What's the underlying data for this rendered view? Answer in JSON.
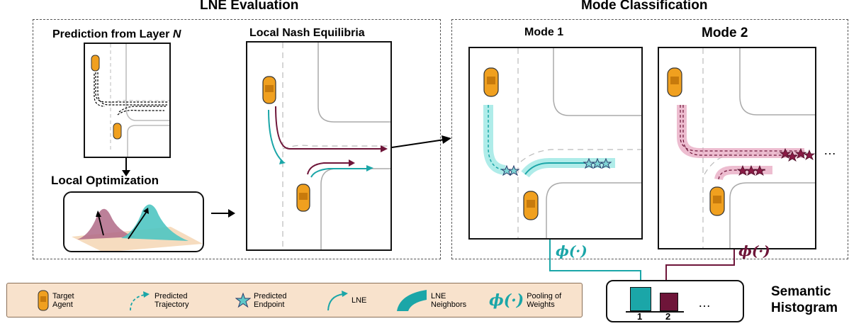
{
  "colors": {
    "teal": "#1ba6a8",
    "maroon": "#6e1539",
    "car": "#f0a01f",
    "legend_bg": "#f8e2cc"
  },
  "sections": {
    "lne_evaluation": "LNE Evaluation",
    "mode_classification": "Mode Classification"
  },
  "panels": {
    "prediction": {
      "label_prefix": "Prediction from Layer",
      "label_var": "N"
    },
    "local_optimization": "Local Optimization",
    "local_nash": "Local Nash Equilibria",
    "mode1": "Mode 1",
    "mode2": "Mode 2"
  },
  "ellipsis": "…",
  "pooling": {
    "phi1": "ϕ(·)",
    "phi2": "ϕ(·)"
  },
  "histogram": {
    "title_line1": "Semantic",
    "title_line2": "Histogram",
    "bins": [
      {
        "label": "1",
        "color": "#1ba6a8"
      },
      {
        "label": "2",
        "color": "#6e1539"
      }
    ],
    "ellipsis": "…"
  },
  "legend": [
    {
      "icon": "car-icon",
      "text": "Target\nAgent"
    },
    {
      "icon": "predicted-trajectory-icon",
      "text": "Predicted\nTrajectory"
    },
    {
      "icon": "star-icon",
      "text": "Predicted\nEndpoint"
    },
    {
      "icon": "lne-arrow-icon",
      "text": "LNE"
    },
    {
      "icon": "lne-neighbors-icon",
      "text": "LNE\nNeighbors"
    },
    {
      "icon": "phi-symbol",
      "symbol": "ϕ(·)",
      "text": "Pooling of\nWeights"
    }
  ]
}
